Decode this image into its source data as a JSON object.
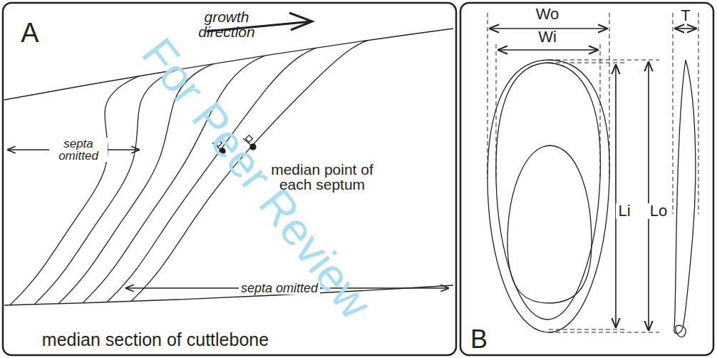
{
  "diagram": {
    "labels": [
      "A",
      "growth direction",
      "septa omitted",
      "median point of each septum",
      "septa omitted",
      "median section of cuttlebone",
      "B",
      "Wo",
      "Wi",
      "Li",
      "Lo",
      "T",
      "For Peer Review"
    ]
  }
}
